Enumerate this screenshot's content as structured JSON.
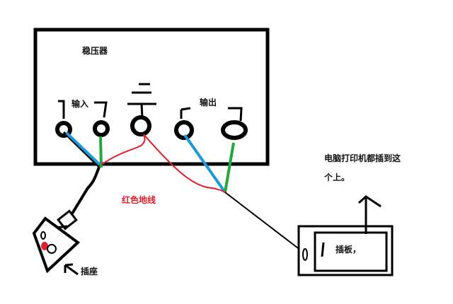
{
  "labels": {
    "stabilizer": "稳压器",
    "input": "输入",
    "ground_mark": "二",
    "output": "输出",
    "ground_wire": "红色地线",
    "socket": "插座",
    "note_line1": "电脑打印机都插到这",
    "note_line2": "个上。",
    "power_strip": "插板，"
  },
  "colors": {
    "outline": "#000000",
    "blue_wire": "#1a9ad6",
    "green_wire": "#22a83a",
    "red_wire": "#e0202a"
  }
}
